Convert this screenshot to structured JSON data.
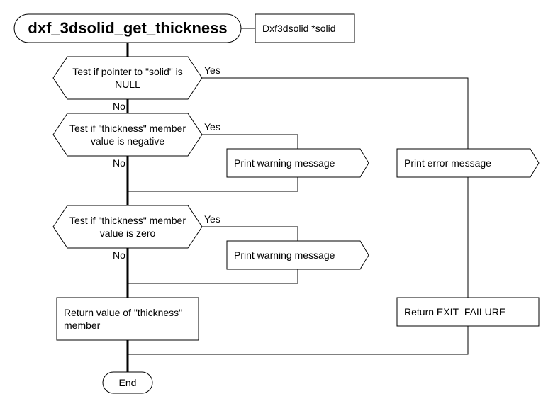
{
  "title": "dxf_3dsolid_get_thickness",
  "param": "Dxf3dsolid *solid",
  "decisions": [
    {
      "text": "Test if pointer to \"solid\" is NULL",
      "yes": "Yes",
      "no": "No"
    },
    {
      "text": "Test if \"thickness\" member value is negative",
      "yes": "Yes",
      "no": "No"
    },
    {
      "text": "Test if \"thickness\" member value is zero",
      "yes": "Yes",
      "no": "No"
    }
  ],
  "actions": {
    "warning_1": "Print warning message",
    "warning_2": "Print warning message",
    "error": "Print error message",
    "return_thickness": "Return value of \"thickness\" member",
    "return_failure": "Return EXIT_FAILURE"
  },
  "end": "End"
}
